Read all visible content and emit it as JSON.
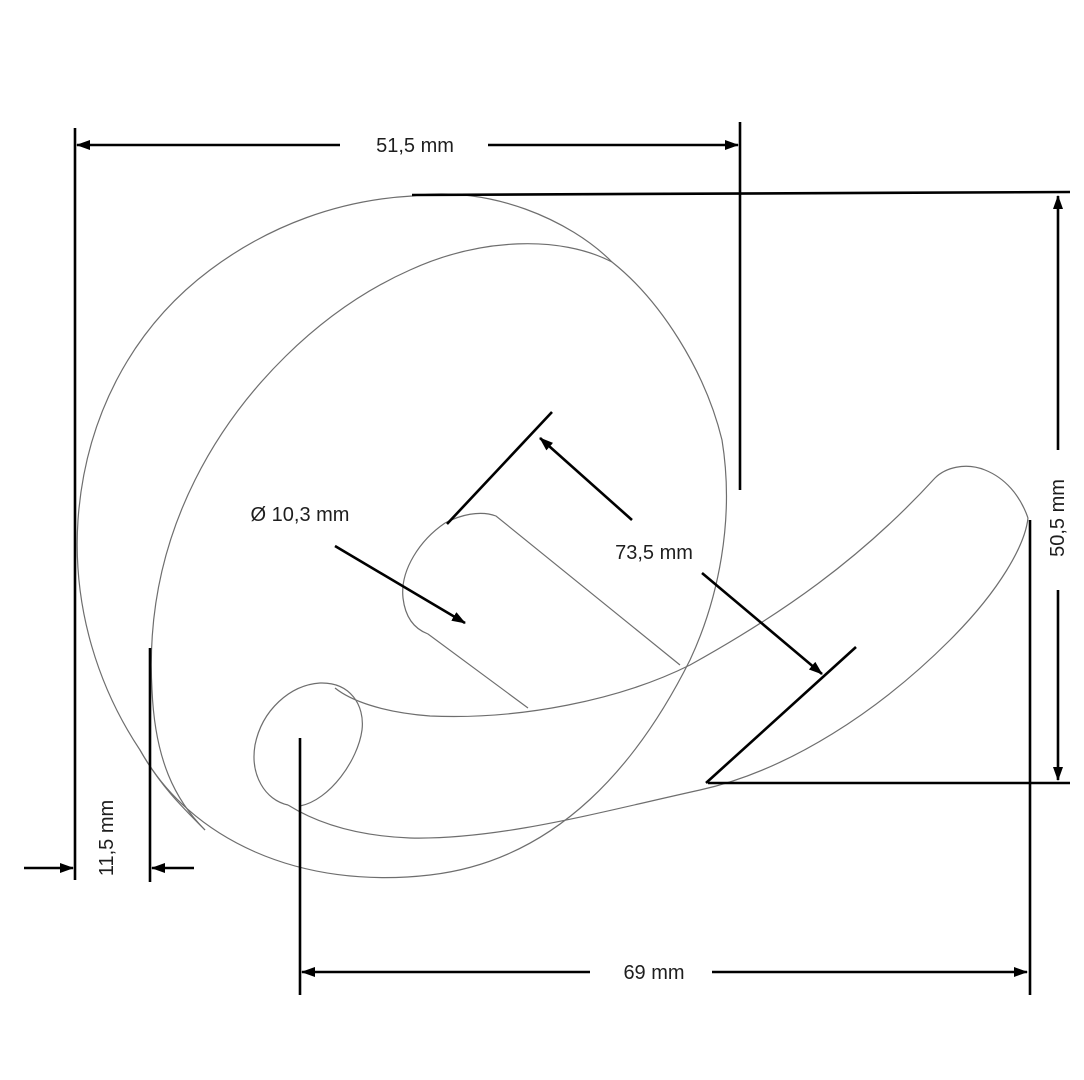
{
  "diagram": {
    "dimensions": {
      "width_top": "51,5 mm",
      "height_right": "50,5 mm",
      "diameter": "Ø 10,3 mm",
      "depth_diagonal": "73,5 mm",
      "thickness_left": "11,5 mm",
      "width_bottom": "69 mm"
    },
    "colors": {
      "outline": "#6e6e6e",
      "dimension_lines": "#000000",
      "text": "#1e1e1e",
      "background": "#ffffff"
    }
  }
}
